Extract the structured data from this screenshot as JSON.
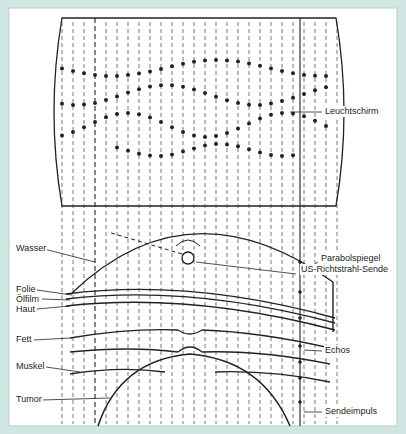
{
  "diagram": {
    "labels": [
      "Leuchtschirm",
      "Wasser",
      "Parabolspiegel",
      "Folie",
      "US-Richtstrahl-Sende",
      "Ölfilm",
      "Haut",
      "Echos",
      "Fett",
      "Muskel",
      "Tumor",
      "Sendeimpuls"
    ]
  }
}
